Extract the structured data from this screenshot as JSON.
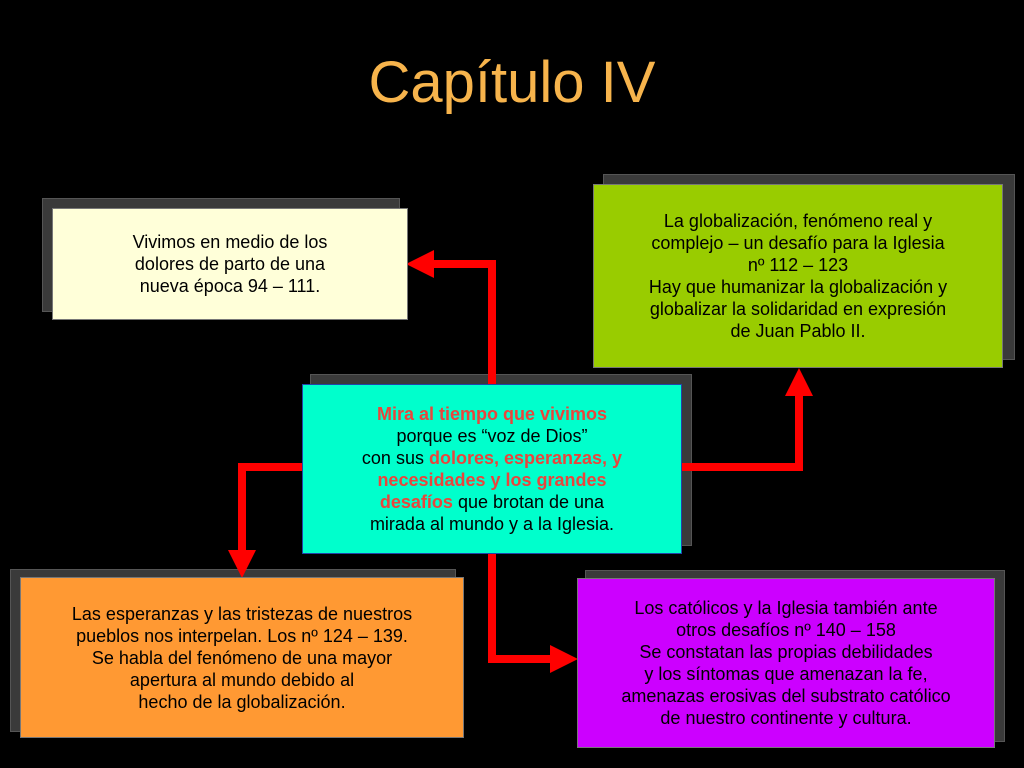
{
  "title": "Capítulo IV",
  "colors": {
    "background": "#000000",
    "title": "#f7b44c",
    "arrow": "#ff0000",
    "emphasis": "#e8463c",
    "box_top_left": "#ffffd9",
    "box_top_right": "#99cc00",
    "box_center": "#00ffcc",
    "box_bottom_left": "#ff9933",
    "box_bottom_right": "#cc00ff"
  },
  "boxes": {
    "top_left": {
      "lines": [
        "Vivimos en medio de los",
        "dolores de parto de una",
        "nueva época 94 – 111."
      ]
    },
    "top_right": {
      "lines": [
        "La globalización, fenómeno real y",
        "complejo – un desafío para la Iglesia",
        "nº 112 – 123",
        "Hay que humanizar la globalización y",
        "globalizar la solidaridad en expresión",
        "de Juan Pablo II."
      ]
    },
    "center": {
      "line1_em": "Mira al tiempo que vivimos",
      "line2": "porque es “voz de Dios”",
      "line3_pre": "con sus ",
      "line3_em": "dolores, esperanzas, y",
      "line4_em": "necesidades y los grandes",
      "line5_em": "desafíos",
      "line5_post": " que brotan de una",
      "line6": "mirada al mundo y a la Iglesia."
    },
    "bottom_left": {
      "lines": [
        "Las esperanzas y las tristezas de nuestros",
        "pueblos nos interpelan.  Los nº 124 – 139.",
        "Se habla del fenómeno de una mayor",
        "apertura al mundo debido al",
        "hecho de la globalización."
      ]
    },
    "bottom_right": {
      "lines": [
        "Los católicos y la Iglesia también ante",
        "otros desafíos nº 140 – 158",
        "Se constatan las propias debilidades",
        "y los síntomas que amenazan la fe,",
        "amenazas erosivas del substrato católico",
        "de nuestro continente y cultura."
      ]
    }
  }
}
